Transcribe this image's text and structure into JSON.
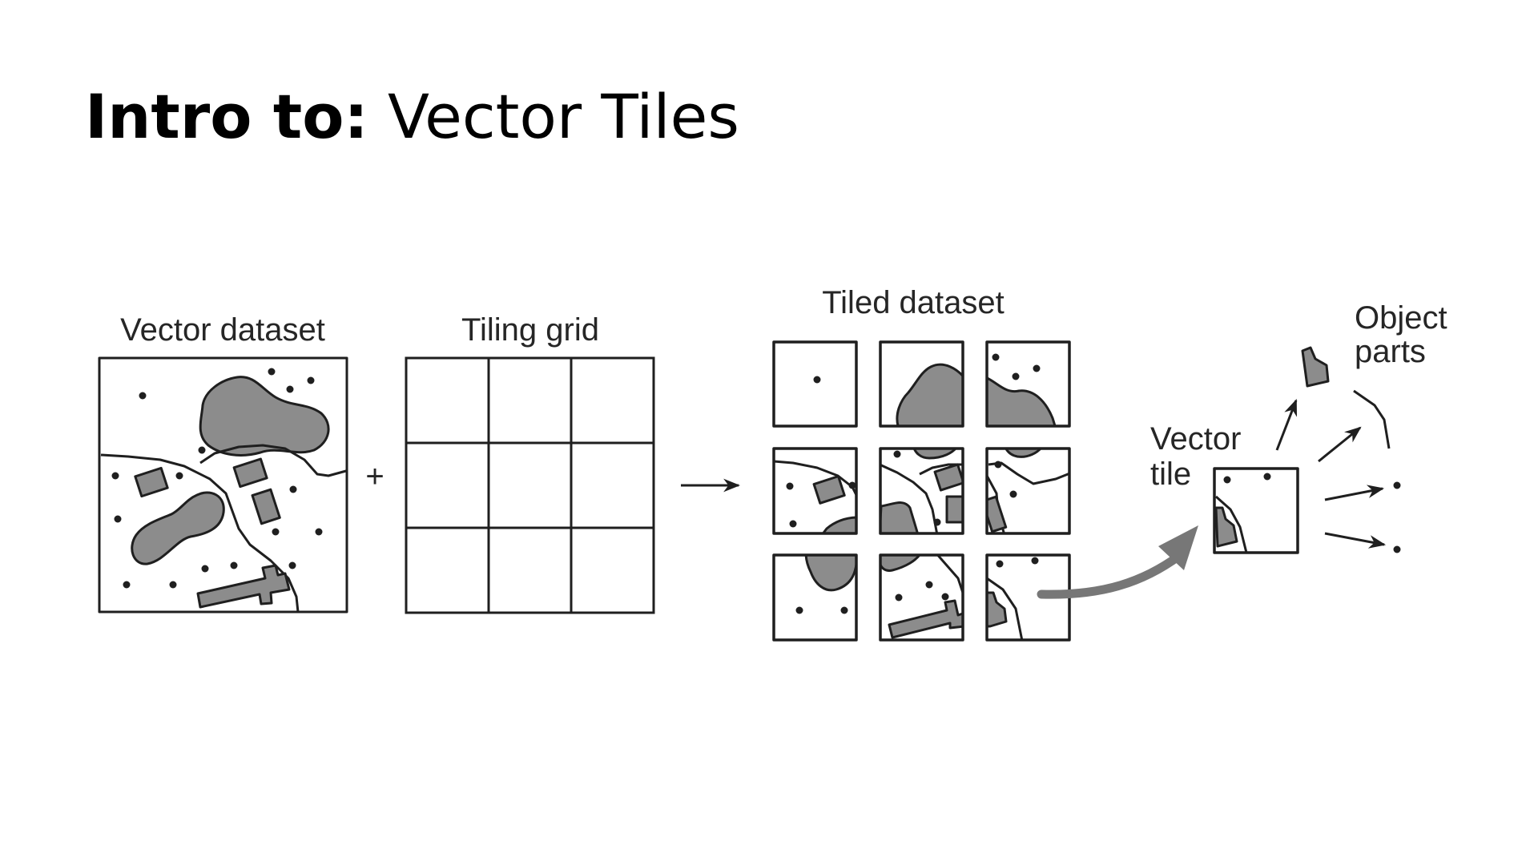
{
  "title": {
    "bold": "Intro to:",
    "rest": "Vector Tiles"
  },
  "diagram": {
    "labels": {
      "vector_dataset": "Vector dataset",
      "tiling_grid": "Tiling grid",
      "tiled_dataset": "Tiled dataset",
      "vector_tile_line1": "Vector",
      "vector_tile_line2": "tile",
      "object_parts_line1": "Object",
      "object_parts_line2": "parts",
      "plus": "+"
    },
    "colors": {
      "stroke": "#1f1f1f",
      "fill": "#8c8c8c",
      "curved_arrow": "#777777",
      "background": "#ffffff"
    }
  }
}
